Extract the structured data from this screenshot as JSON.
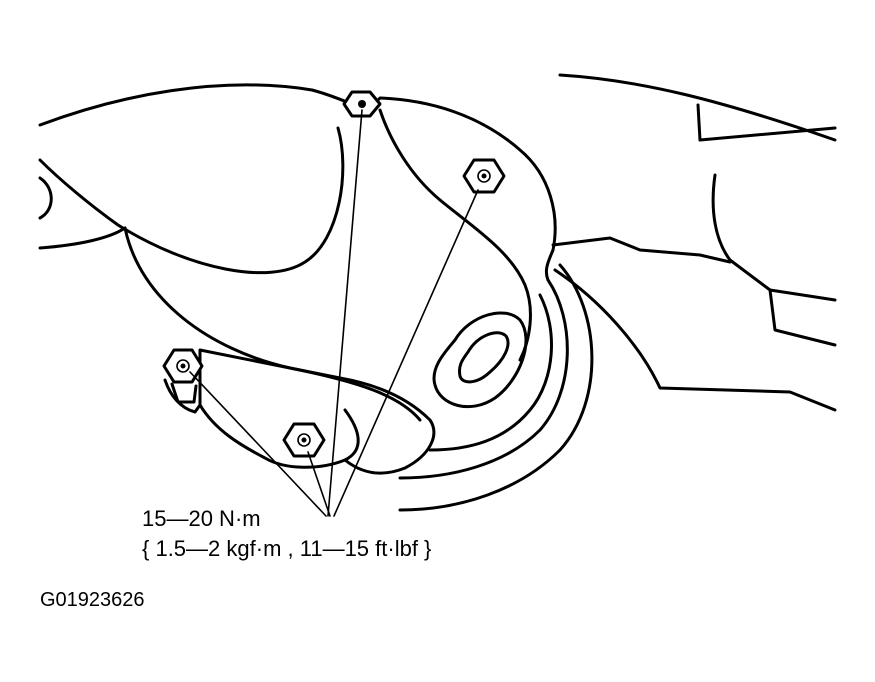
{
  "torque_spec": {
    "line1": "15—20 N·m",
    "line2": "{ 1.5—2 kgf·m , 11—15 ft·lbf }"
  },
  "figure_id": "G01923626",
  "colors": {
    "ink": "#000000",
    "paper": "#ffffff"
  }
}
